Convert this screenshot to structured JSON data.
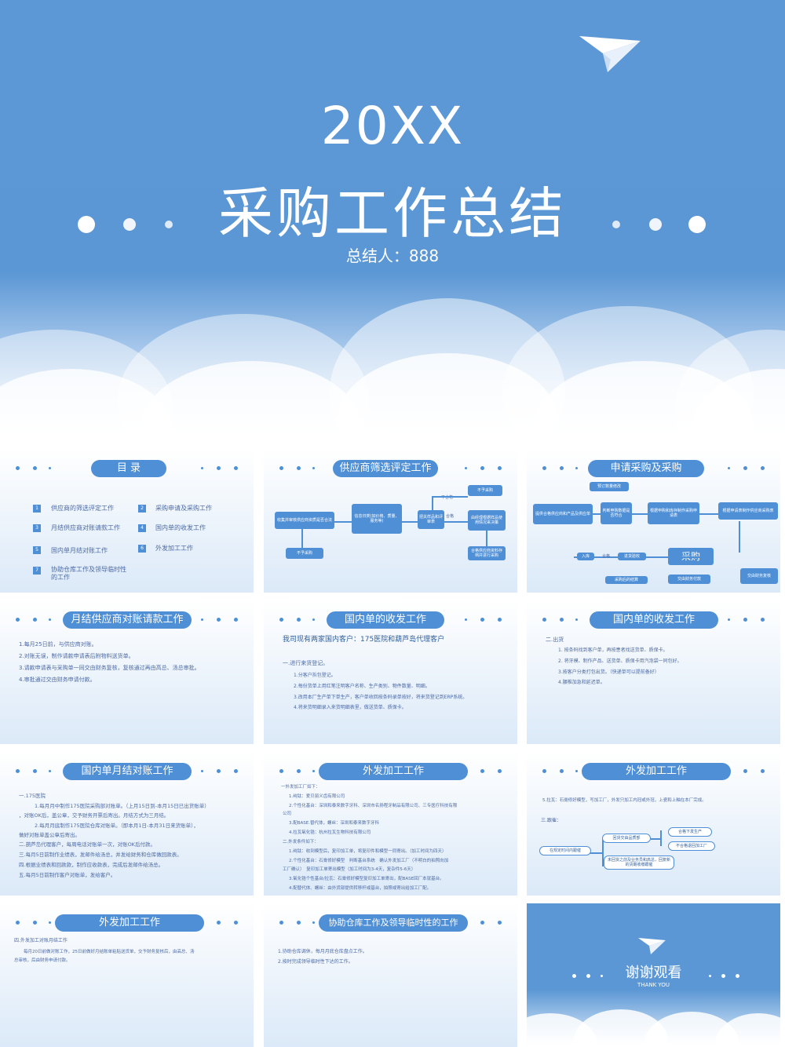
{
  "cover": {
    "year": "20XX",
    "title": "采购工作总结",
    "author": "总结人：888"
  },
  "slides": {
    "toc": {
      "title": "目  录",
      "items": [
        {
          "num": "1",
          "label": "供应商的筛选评定工作"
        },
        {
          "num": "2",
          "label": "采购申请及采购工作"
        },
        {
          "num": "3",
          "label": "月结供应商对账请款工作"
        },
        {
          "num": "4",
          "label": "国内单的收发工作"
        },
        {
          "num": "5",
          "label": "国内单月结对账工作"
        },
        {
          "num": "6",
          "label": "外发加工工作"
        },
        {
          "num": "7",
          "label": "协助仓库工作及领导临时性的工作"
        }
      ]
    },
    "s2": {
      "title": "供应商筛选评定工作",
      "boxes": [
        "收集并审核供应商资质是否合法",
        "不予采购",
        "信息归类(如价格、质量、服务等)",
        "把关样品和评审表",
        "不合格",
        "不予采购",
        "合格",
        "由经理根据样品使用情况来决策",
        "合格供应商资料存档并进行采购"
      ]
    },
    "s3": {
      "title": "申请采购及采购",
      "boxes": [
        "预订数量修改",
        "提供合格供应商和产品及供应单",
        "判断申购数据是否符合",
        "根据申购和库存制作采购申请表",
        "根据申请表制作供应商采购表",
        "采购",
        "入库",
        "合格",
        "进货验收",
        "采购后的结算",
        "交由财务付款",
        "交由财务复核"
      ]
    },
    "s4": {
      "title": "月结供应商对账请款工作",
      "lines": [
        "1.每月25日前，与供应商对账。",
        "2.对账无误，制作请款申请表后附物料送货单。",
        "3.请款申请表与采购单一同交由财务复核，复核通过再由高总、汤总审批。",
        "4.审批通过交由财务申请付款。"
      ]
    },
    "s5": {
      "title": "国内单的收发工作",
      "lead": "我司现有两家国内客户：175医院和葫芦岛代理客户",
      "section": "一.进行来货登记。",
      "lines": [
        "1.分客户拆包登记。",
        "2.每份货单上用红笔注明客户名称、生产类别、物件数量、明细。",
        "3.改用本厂生产单下单生产，客户单收回按条码录单按好，将来货登记到ERP系统。",
        "4.将来货明细录入来货明细表里，做送货单、质保卡。"
      ]
    },
    "s6": {
      "title": "国内单的收发工作",
      "section": "二.出货",
      "lines": [
        "1. 按条码找到客户单，再按患者找送货单、质保卡。",
        "2. 将牙模、制作产品、送货单、质保卡用汽泡袋一同包好。",
        "3.按客户分类打包出货。（快递单可以提前备好）",
        "4.腰椎加急和延迟单。"
      ]
    },
    "s7": {
      "title": "国内单月结对账工作",
      "lines": [
        "一.175医院",
        "1.每月月中制作175医院采购部对账单。（上月15日到-本月15日已出货账单）",
        "，对账OK后，盖公章，交予财务开票后寄出。月结方式为三月结。",
        "2.每月月底制作175医院仓库对账单。（即本月1日-本月31日来货账单），",
        "做好对账单盖公章后寄出。",
        "二.葫芦岛代理客户，每周电话对账单一次，对账OK后付款。",
        "三.每月5日前制作业绩表，发邮件给汤总，并发给财务和仓库做回款表。",
        "四.根据业绩表和回款款，制作应收款表，完成后发邮件给汤总。",
        "五.每月5日前制作客户对账单，发给客户。"
      ]
    },
    "s8": {
      "title": "外发加工工作",
      "lines": [
        "一外发加工厂如下：",
        "1.纯钛：爱贝丽义齿有限公司",
        "2.个性化基台：深圳和泰来数字牙科、深圳市名扬程牙制品有限公司、三专医疗科技有限",
        "公司",
        "3.配BASE.替代体，螺丝：深圳和泰来数字牙科",
        "4.拉瓦氧化锆：杭州拉瓦生物科技有限公司",
        "二.外发条件如下：",
        "1.纯钛：收到模型后，复印加工单，将复印件和模型一同寄出。（加工时间为四天）",
        "2.个性化基台：石膏修好模型　判断基台系统　确认外发加工厂（不明白的拍照向加",
        "工厂确认）　复印加工单寄出模型（加工时间为3-4天，复杂件5-6天）",
        "3.氧化锆个性基台/拉瓦：石膏修好模型复印加工单寄出，配BASE回厂本就基台。",
        "4.配替代体、螺丝：由外货部提供转移杆或基台，拍照或寄出给加工厂配。"
      ]
    },
    "s9": {
      "title": "外发加工工作",
      "line1": "5.拉瓦：石膏修好模型，写加工厂，外发只加工内冠或外冠，上瓷和上釉在本厂完成。",
      "section": "三.跟催：",
      "nodes": [
        "在规定时间内跟催",
        "回货交由品质部",
        "合格下发生产",
        "不合格退回加工厂",
        "未回货之前及业务员和高总，回复新的货期收缴跟催"
      ]
    },
    "s10": {
      "title": "外发加工工作",
      "section": "四.外发加工对账月结工作",
      "lines": [
        "每月20日前做对账工作，25日前做好月结账单粘贴送货单，交予财务复核后，由高总、汤",
        "总审核，后由财务申请付款。"
      ]
    },
    "s11": {
      "title": "协助仓库工作及领导临时性的工作",
      "lines": [
        "1.协助仓库调休，每月月底仓库盘点工作。",
        "2.按时完成领导临时性下达的工作。"
      ]
    },
    "s12": {
      "title": "谢谢观看",
      "subtitle": "THANK YOU"
    }
  },
  "colors": {
    "primary": "#5b97d5",
    "accent": "#4f8fd6",
    "text": "#4d6aa5"
  }
}
